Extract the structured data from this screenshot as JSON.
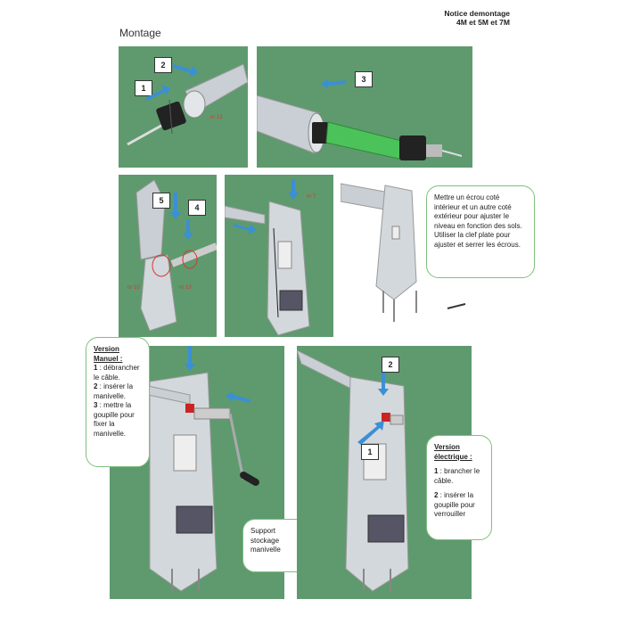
{
  "header": {
    "title_line1": "Notice demontage",
    "title_line2": "4M et 5M et 7M"
  },
  "section": {
    "title": "Montage"
  },
  "steps": {
    "s1": "1",
    "s2": "2",
    "s3": "3",
    "s4": "4",
    "s5": "5",
    "e1": "1",
    "e2": "2"
  },
  "parts": {
    "nr12": "nr 12",
    "nr7": "nr 7",
    "nr10": "nr 10",
    "nr13": "nr 13"
  },
  "callouts": {
    "ecrou": "Mettre un écrou coté intérieur et un autre coté extérieur pour ajuster le niveau en fonction des sols. Utiliser la clef plate pour ajuster et serrer les écrous.",
    "manuel": {
      "title": "Version Manuel :",
      "n1": "1",
      "t1": " : débrancher le câble.",
      "n2": "2",
      "t2": " : insérer la manivelle.",
      "n3": "3",
      "t3": " : mettre la goupille pour fixer la manivelle."
    },
    "support": "Support stockage manivelle",
    "electrique": {
      "title": "Version électrique :",
      "n1": "1",
      "t1": " : brancher le câble.",
      "n2": "2",
      "t2": " : insérer la goupille pour verrouiller"
    }
  },
  "colors": {
    "panel_green": "#5e9a6e",
    "arrow_blue": "#3a8fd6",
    "callout_border": "#7fbf7f",
    "part_red": "#d33333"
  }
}
